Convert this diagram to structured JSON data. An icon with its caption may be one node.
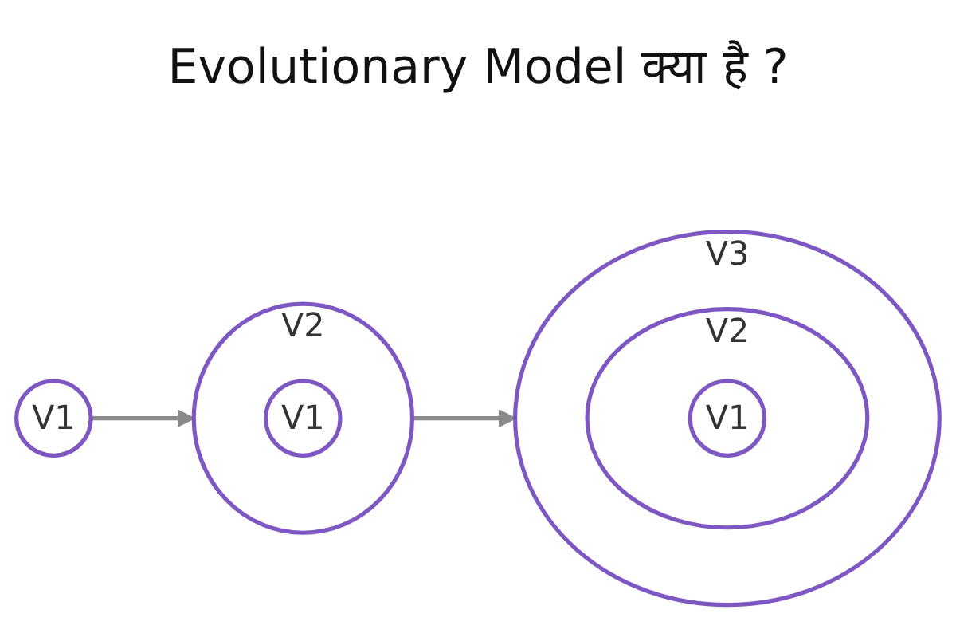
{
  "diagram": {
    "title": "Evolutionary Model क्या है ?",
    "nodes": [
      {
        "text": [
          "V1"
        ]
      },
      {
        "text": [
          "V2"
        ]
      },
      {
        "text": [
          "V1"
        ],
        "in": 1
      },
      {
        "text": [
          "V3"
        ]
      },
      {
        "text": [
          "V2"
        ],
        "in": 3
      },
      {
        "text": [
          "V1"
        ],
        "in": 4
      }
    ],
    "edges": [
      {
        "from": 0,
        "to": 1,
        "arrow": "to"
      },
      {
        "from": 1,
        "to": 3,
        "arrow": "to"
      }
    ]
  }
}
